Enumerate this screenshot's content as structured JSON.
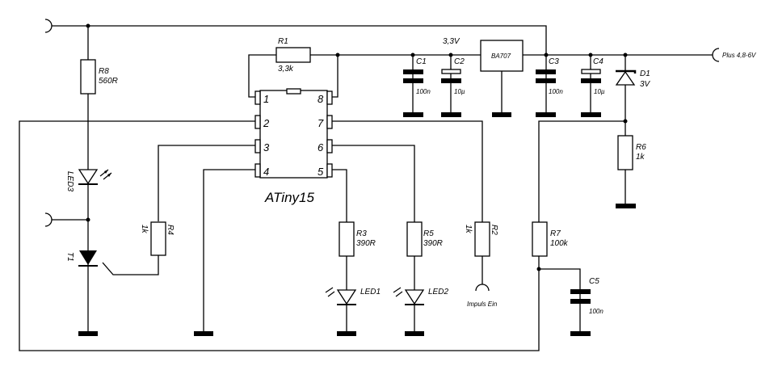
{
  "title": "ATiny15 circuit schematic",
  "chip": {
    "name": "ATiny15",
    "pins_left": [
      "1",
      "2",
      "3",
      "4"
    ],
    "pins_right": [
      "8",
      "7",
      "6",
      "5"
    ]
  },
  "regulator": {
    "name": "BA707",
    "output_voltage": "3,3V"
  },
  "resistors": {
    "r1": {
      "ref": "R1",
      "value": "3,3k"
    },
    "r2": {
      "ref": "R2",
      "value": "1k"
    },
    "r3": {
      "ref": "R3",
      "value": "390R"
    },
    "r4": {
      "ref": "R4",
      "value": "1k"
    },
    "r5": {
      "ref": "R5",
      "value": "390R"
    },
    "r6": {
      "ref": "R6",
      "value": "1k"
    },
    "r7": {
      "ref": "R7",
      "value": "100k"
    },
    "r8": {
      "ref": "R8",
      "value": "560R"
    }
  },
  "capacitors": {
    "c1": {
      "ref": "C1",
      "value": "100n"
    },
    "c2": {
      "ref": "C2",
      "value": "10µ"
    },
    "c3": {
      "ref": "C3",
      "value": "100n"
    },
    "c4": {
      "ref": "C4",
      "value": "10µ"
    },
    "c5": {
      "ref": "C5",
      "value": "100n"
    }
  },
  "diodes": {
    "d1": {
      "ref": "D1",
      "value": "3V"
    },
    "led1": {
      "ref": "LED1"
    },
    "led2": {
      "ref": "LED2"
    },
    "led3": {
      "ref": "LED3"
    }
  },
  "transistor": {
    "ref": "T1"
  },
  "connectors": {
    "power_in": "Plus 4,8-6V",
    "pulse_in": "Impuls Ein"
  }
}
